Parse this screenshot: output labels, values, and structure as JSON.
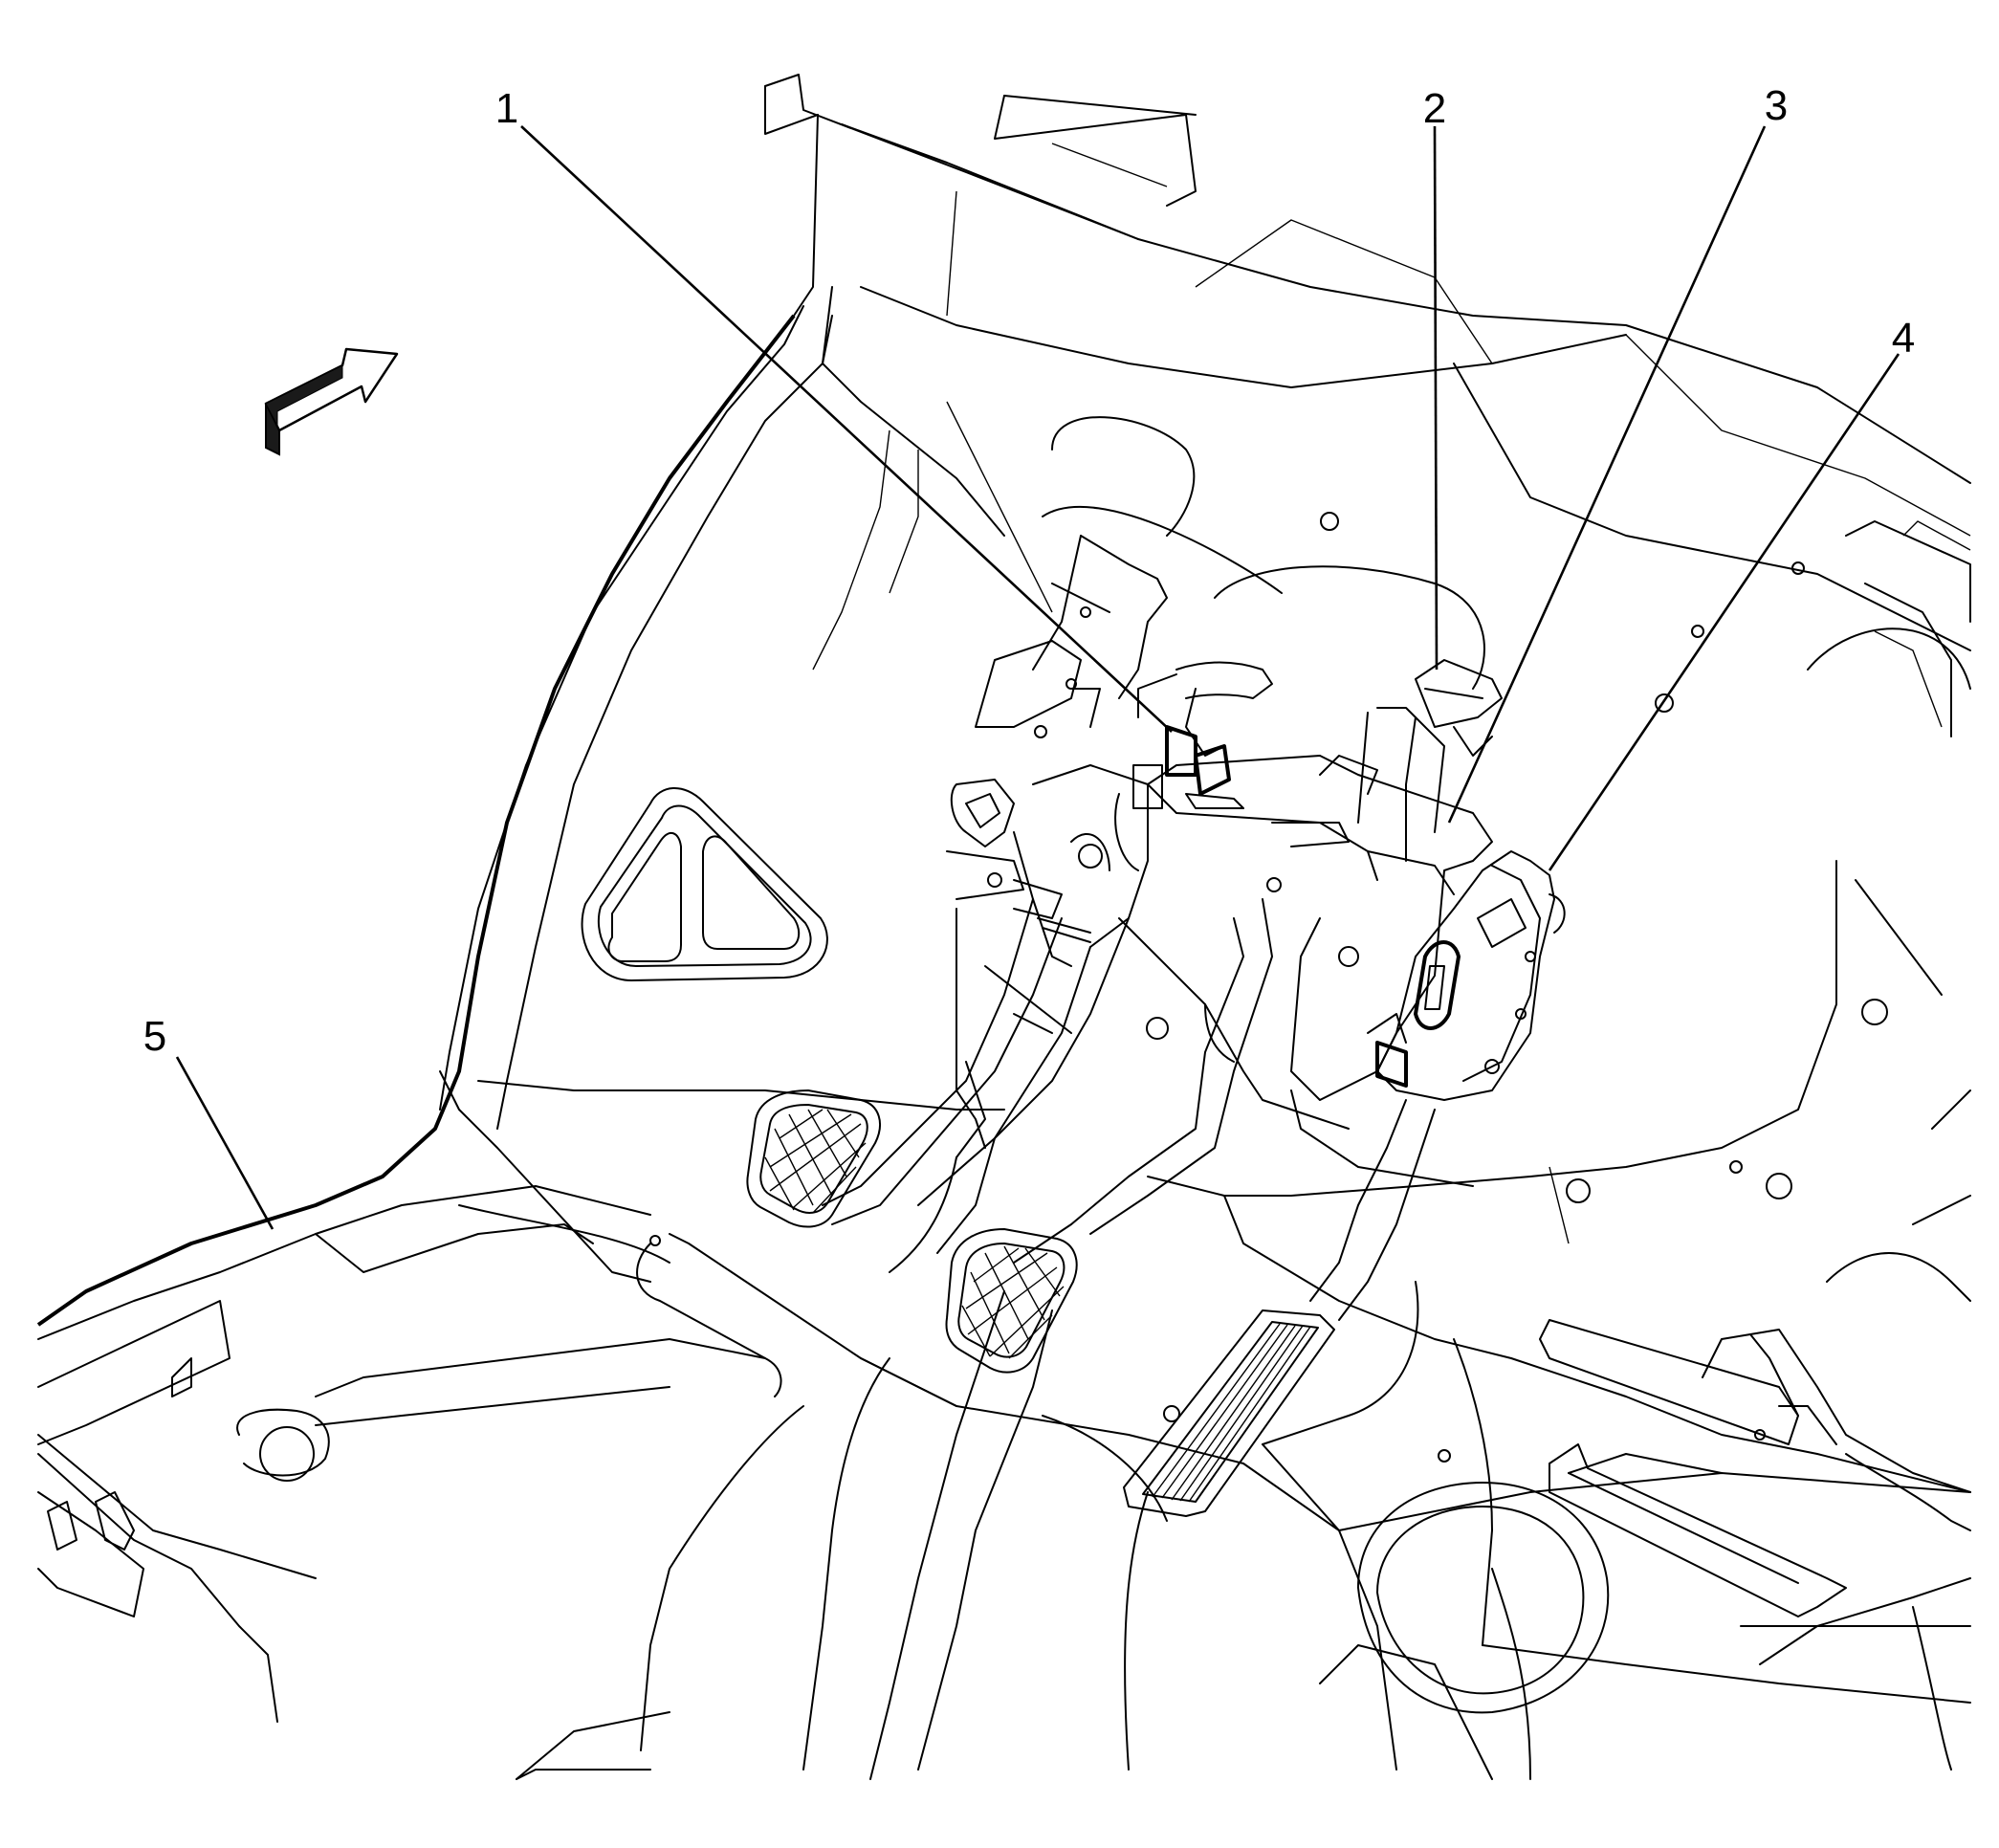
{
  "diagram": {
    "callouts": [
      {
        "id": "callout-1",
        "label": "1"
      },
      {
        "id": "callout-2",
        "label": "2"
      },
      {
        "id": "callout-3",
        "label": "3"
      },
      {
        "id": "callout-4",
        "label": "4"
      },
      {
        "id": "callout-5",
        "label": "5"
      }
    ],
    "colors": {
      "line": "#000000",
      "background": "#ffffff",
      "arrow_shade": "#1a1a1a"
    },
    "icons": {
      "direction_arrow": "forward-arrow-icon"
    }
  }
}
